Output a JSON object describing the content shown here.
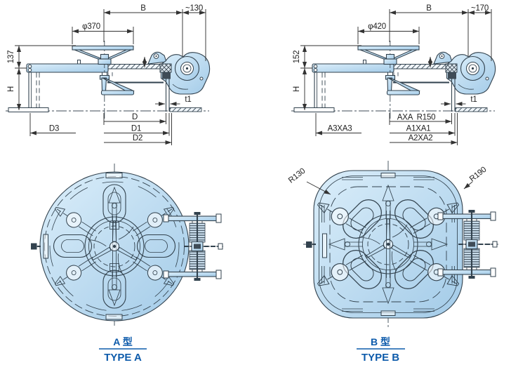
{
  "colors": {
    "accent": "#0d5bab",
    "line": "#32424e",
    "dimension": "#333333",
    "fill_light": "#dbeefa",
    "fill_dark": "#a3cbe8"
  },
  "side_view_a": {
    "b": "B",
    "offset": "~130",
    "wheel_dia": "φ370",
    "upper_height": "137",
    "height": "H",
    "wall": "t1",
    "d": "D",
    "d1": "D1",
    "d2": "D2",
    "d3": "D3"
  },
  "side_view_b": {
    "b": "B",
    "offset": "~170",
    "wheel_dia": "φ420",
    "upper_height": "152",
    "height": "H",
    "wall": "t1",
    "axa": "AXA",
    "r150": "R150",
    "a1xa1": "A1XA1",
    "a2xa2": "A2XA2",
    "a3xa3": "A3XA3"
  },
  "plan_view_a": {
    "label_local": "A 型",
    "label_en": "TYPE A"
  },
  "plan_view_b": {
    "label_local": "B 型",
    "label_en": "TYPE B",
    "r130": "R130",
    "r190": "R190"
  }
}
